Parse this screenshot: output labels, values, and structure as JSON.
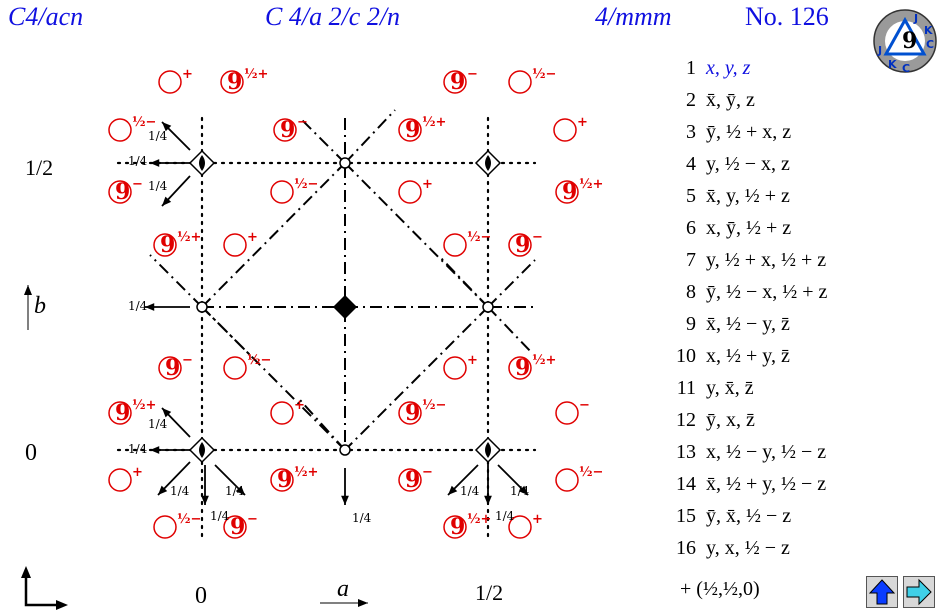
{
  "header": {
    "short_symbol": "C4/acn",
    "full_symbol": "C 4/a 2/c 2/n",
    "point_group": "4/mmm",
    "number": "No. 126"
  },
  "logo": {
    "text": "JKC"
  },
  "diagram": {
    "left_labels": [
      "1/2",
      "0"
    ],
    "bottom_labels": [
      "0",
      "1/2"
    ],
    "axis_a": "a",
    "axis_b": "b",
    "height_labels": [
      "1/4"
    ],
    "position_signs": [
      "+",
      "−",
      "½+",
      "½−"
    ]
  },
  "operations": [
    {
      "n": "1",
      "c": "x, y, z"
    },
    {
      "n": "2",
      "c": "x̄, ȳ, z"
    },
    {
      "n": "3",
      "c": "ȳ, ½ + x, z"
    },
    {
      "n": "4",
      "c": "y, ½ − x, z"
    },
    {
      "n": "5",
      "c": "x̄, y, ½ + z"
    },
    {
      "n": "6",
      "c": "x, ȳ, ½ + z"
    },
    {
      "n": "7",
      "c": "y, ½ + x, ½ + z"
    },
    {
      "n": "8",
      "c": "ȳ, ½ − x, ½ + z"
    },
    {
      "n": "9",
      "c": "x̄, ½ − y, z̄"
    },
    {
      "n": "10",
      "c": "x, ½ + y, z̄"
    },
    {
      "n": "11",
      "c": "y, x̄, z̄"
    },
    {
      "n": "12",
      "c": "ȳ, x, z̄"
    },
    {
      "n": "13",
      "c": "x, ½ − y, ½ − z"
    },
    {
      "n": "14",
      "c": "x̄, ½ + y, ½ − z"
    },
    {
      "n": "15",
      "c": "ȳ, x̄, ½ − z"
    },
    {
      "n": "16",
      "c": "y, x, ½ − z"
    }
  ],
  "centering": "+ (½,½,0)",
  "colors": {
    "title": "#1010e0",
    "position": "#e00000",
    "nav_arrow": "#0a3cff",
    "nav_arrow_right": "#40d0e8"
  },
  "nav": {
    "up_icon": "up-arrow-icon",
    "right_icon": "right-arrow-icon"
  }
}
